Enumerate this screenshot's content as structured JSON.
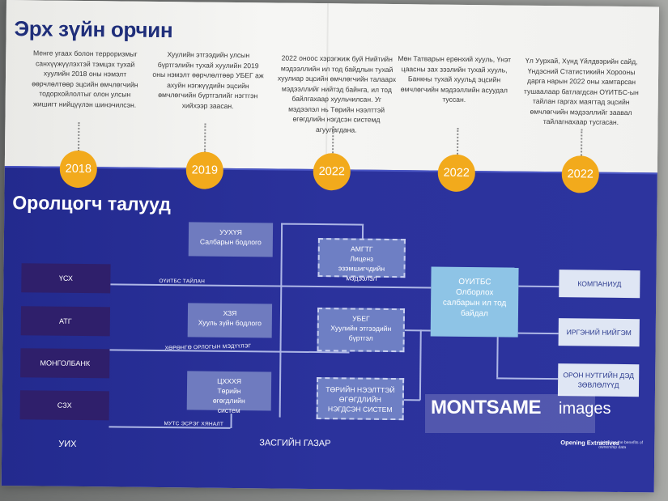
{
  "top": {
    "title": "Эрх зүйн орчин",
    "milestones": [
      {
        "year": "2018",
        "text": "Менге угаах болон терроризмыг санхүүжүүлэхтэй тэмцэх тухай хуулийн 2018 оны нэмэлт өөрчлөлтөөр эцсийн өмчлөгчийн тодорхойлолтыг олон улсын жишигт нийцүүлэн шинэчилсэн."
      },
      {
        "year": "2019",
        "text": "Хуулийн этгээдийн улсын бүртгэлийн тухай хуулийн 2019 оны нэмэлт өөрчлөлтөөр УБЕГ аж ахуйн нэгжүүдийн эцсийн өмчлөгчийн бүртгэлийг нэгтгэн хийхээр заасан."
      },
      {
        "year": "2022",
        "text": "2022 оноос хэрэгжиж буй Нийтийн мэдээллийн ил тод байдлын тухай хуулиар эцсийн өмчлөгчийн талаарх мэдээллийг нийтэд байнга, ил тод байлгахаар хуульчилсан. Уг мэдээлэл нь Төрийн нээлттэй өгөгдлийн нэгдсэн системд агуулагдана."
      },
      {
        "year": "2022",
        "text": "Мөн Татварын ерөнхий хууль, Үнэт цаасны зах зээлийн тухай хууль, Банкны тухай хуульд эцсийн өмчлөгчийн мэдээллийн асуудал туссан."
      },
      {
        "year": "2022",
        "text": "Үл Уурхай, Хүнд Үйлдвэрийн сайд, Үндэсний Статистикийн Хорооны дарга нарын 2022 оны хамтарсан тушаалаар батлагдсан ОҮИТБС-ын тайлан гаргах маягтад эцсийн өмчлөгчийн мэдээллийг заавал тайлагнахаар тусгасан."
      }
    ]
  },
  "participants": {
    "title": "Оролцогч талууд",
    "left_orgs": [
      "ҮСХ",
      "АТГ",
      "МОНГОЛБАНК",
      "СЗХ"
    ],
    "ministries": [
      {
        "name": "УУХҮЯ",
        "sub": "Салбарын бодлого"
      },
      {
        "name": "ХЗЯ",
        "sub": "Хууль зүйн бодлого"
      },
      {
        "name": "ЦХХХЯ",
        "sub": "Төрийн өгөгдлийн систем"
      }
    ],
    "dashed": [
      {
        "name": "АМГТГ",
        "sub": "Лиценз эзэмшигчдийн мэдээлэл"
      },
      {
        "name": "УБЕГ",
        "sub": "Хуулийн этгээдийн бүртгэл"
      },
      {
        "name": "ТӨРИЙН НЭЭЛТТЭЙ ӨГӨГДЛИЙН НЭГДСЭН СИСТЕМ",
        "sub": ""
      }
    ],
    "center": {
      "name": "ОҮИТБС",
      "sub": "Олборлох салбарын ил тод байдал"
    },
    "right_orgs": [
      "КОМПАНИУД",
      "ИРГЭНИЙ НИЙГЭМ",
      "ОРОН НУТГИЙН ДЭД ЗӨВЛӨЛҮҮД"
    ],
    "line_labels": {
      "report": "ОҮИТБС ТАЙЛАН",
      "data": "ХӨРӨНГӨ ОРЛОГЫН МЭДҮҮЛЭГ",
      "audit": "МУТС ЭСРЭГ ХЯНАЛТ"
    },
    "bottom_left": "УИХ",
    "bottom_center": "ЗАСГИЙН ГАЗАР"
  },
  "watermark": {
    "main": "MONTSAME",
    "sub": "images",
    "logo_text": "Opening Extractives",
    "logo_sub": "Unlocking the benefits of ownership data"
  }
}
